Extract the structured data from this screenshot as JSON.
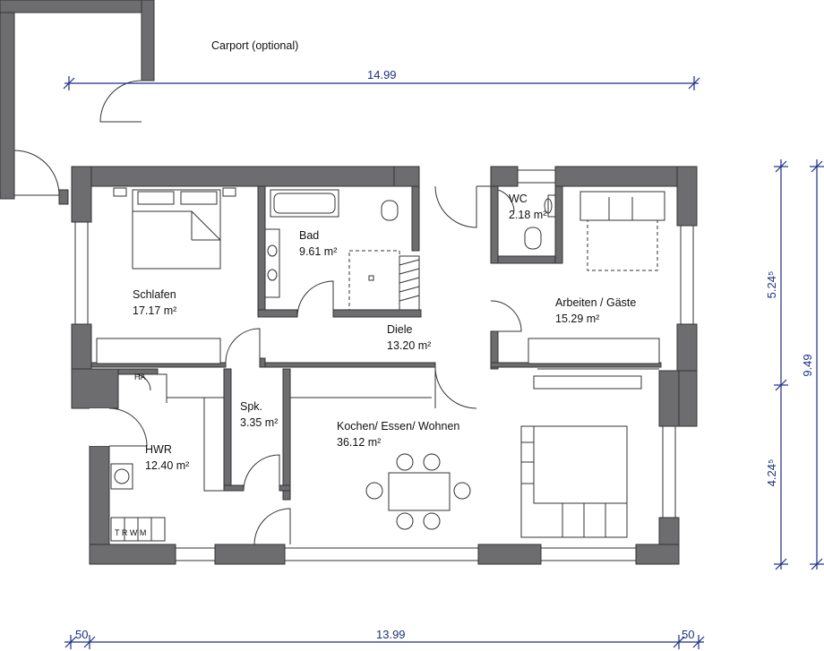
{
  "carport": "Carport (optional)",
  "rooms": {
    "schlafen": {
      "name": "Schlafen",
      "area": "17.17 m²"
    },
    "bad": {
      "name": "Bad",
      "area": "9.61 m²"
    },
    "wc": {
      "name": "WC",
      "area": "2.18 m²"
    },
    "arbeiten": {
      "name": "Arbeiten / Gäste",
      "area": "15.29 m²"
    },
    "diele": {
      "name": "Diele",
      "area": "13.20 m²"
    },
    "spk": {
      "name": "Spk.",
      "area": "3.35 m²"
    },
    "hwr": {
      "name": "HWR",
      "area": "12.40 m²"
    },
    "kochen": {
      "name": "Kochen/ Essen/ Wohnen",
      "area": "36.12 m²"
    }
  },
  "labels": {
    "ha": "HA",
    "trwm": "T R W M"
  },
  "dimensions": {
    "top_total": "14.99",
    "bottom_total": "13.99",
    "bottom_left": "50",
    "bottom_right": "50",
    "right_upper": "5.24⁵",
    "right_lower": "4.24⁵",
    "right_total": "9.49"
  },
  "colors": {
    "wall": "#6d6d70",
    "dimension": "#1c2f8c"
  }
}
